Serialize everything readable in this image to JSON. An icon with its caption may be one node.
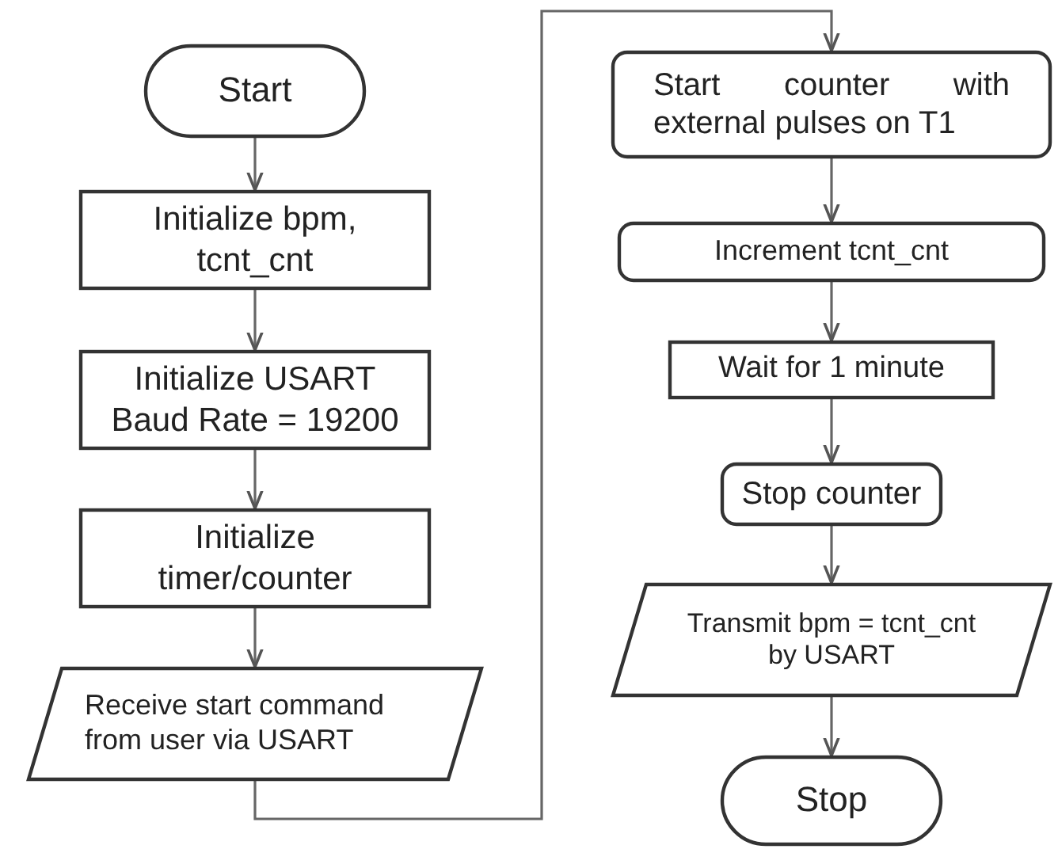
{
  "diagram": {
    "nodes": [
      {
        "text": [
          "Start"
        ]
      },
      {
        "text": [
          "Initialize bpm, tcnt_cnt"
        ]
      },
      {
        "text": [
          "Initialize USART Baud Rate = 19200"
        ]
      },
      {
        "text": [
          "Initialize timer/counter"
        ]
      },
      {
        "text": [
          "Receive start command from user via USART"
        ]
      },
      {
        "text": [
          "Start counter with external pulses on T1"
        ]
      },
      {
        "text": [
          "Increment tcnt_cnt"
        ]
      },
      {
        "text": [
          "Wait for 1 minute"
        ]
      },
      {
        "text": [
          "Stop counter"
        ]
      },
      {
        "text": [
          "Transmit bpm = tcnt_cnt by USART"
        ]
      },
      {
        "text": [
          "Stop"
        ]
      }
    ],
    "edges": [
      {
        "from": 0,
        "to": 1,
        "arrow": "to"
      },
      {
        "from": 1,
        "to": 2,
        "arrow": "to"
      },
      {
        "from": 2,
        "to": 3,
        "arrow": "to"
      },
      {
        "from": 3,
        "to": 4,
        "arrow": "to"
      },
      {
        "from": 4,
        "to": 5,
        "arrow": "to"
      },
      {
        "from": 5,
        "to": 6,
        "arrow": "to"
      },
      {
        "from": 6,
        "to": 7,
        "arrow": "to"
      },
      {
        "from": 7,
        "to": 8,
        "arrow": "to"
      },
      {
        "from": 8,
        "to": 9,
        "arrow": "to"
      },
      {
        "from": 9,
        "to": 10,
        "arrow": "to"
      }
    ]
  }
}
